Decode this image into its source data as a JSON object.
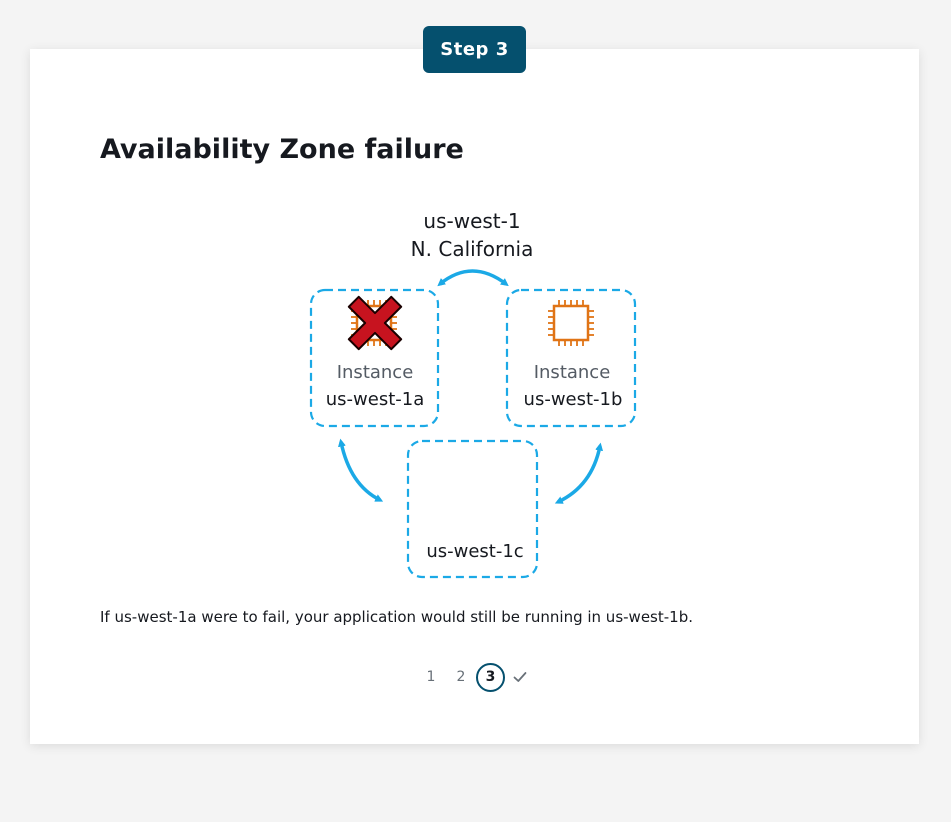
{
  "step_badge": "Step 3",
  "title": "Availability Zone failure",
  "diagram": {
    "region_code": "us-west-1",
    "region_name": "N. California",
    "zones": [
      {
        "instance_label": "Instance",
        "zone_name": "us-west-1a",
        "status": "failed"
      },
      {
        "instance_label": "Instance",
        "zone_name": "us-west-1b",
        "status": "running"
      },
      {
        "zone_name": "us-west-1c"
      }
    ],
    "icons": [
      "ec2-instance-chip-icon",
      "failure-x-icon",
      "double-arrow-icon"
    ],
    "colors": {
      "zone_border": "#1ba9e6",
      "arrow": "#1ba9e6",
      "chip": "#e07416",
      "failure_x": "#c7131f"
    }
  },
  "caption": "If us-west-1a were to fail, your application would still be running in us-west-1b.",
  "pagination": {
    "pages": [
      "1",
      "2",
      "3"
    ],
    "current": "3",
    "complete_icon": "checkmark-icon"
  },
  "colors": {
    "badge_bg": "#05506e",
    "page_bg": "#f4f4f4",
    "card_bg": "#ffffff"
  }
}
